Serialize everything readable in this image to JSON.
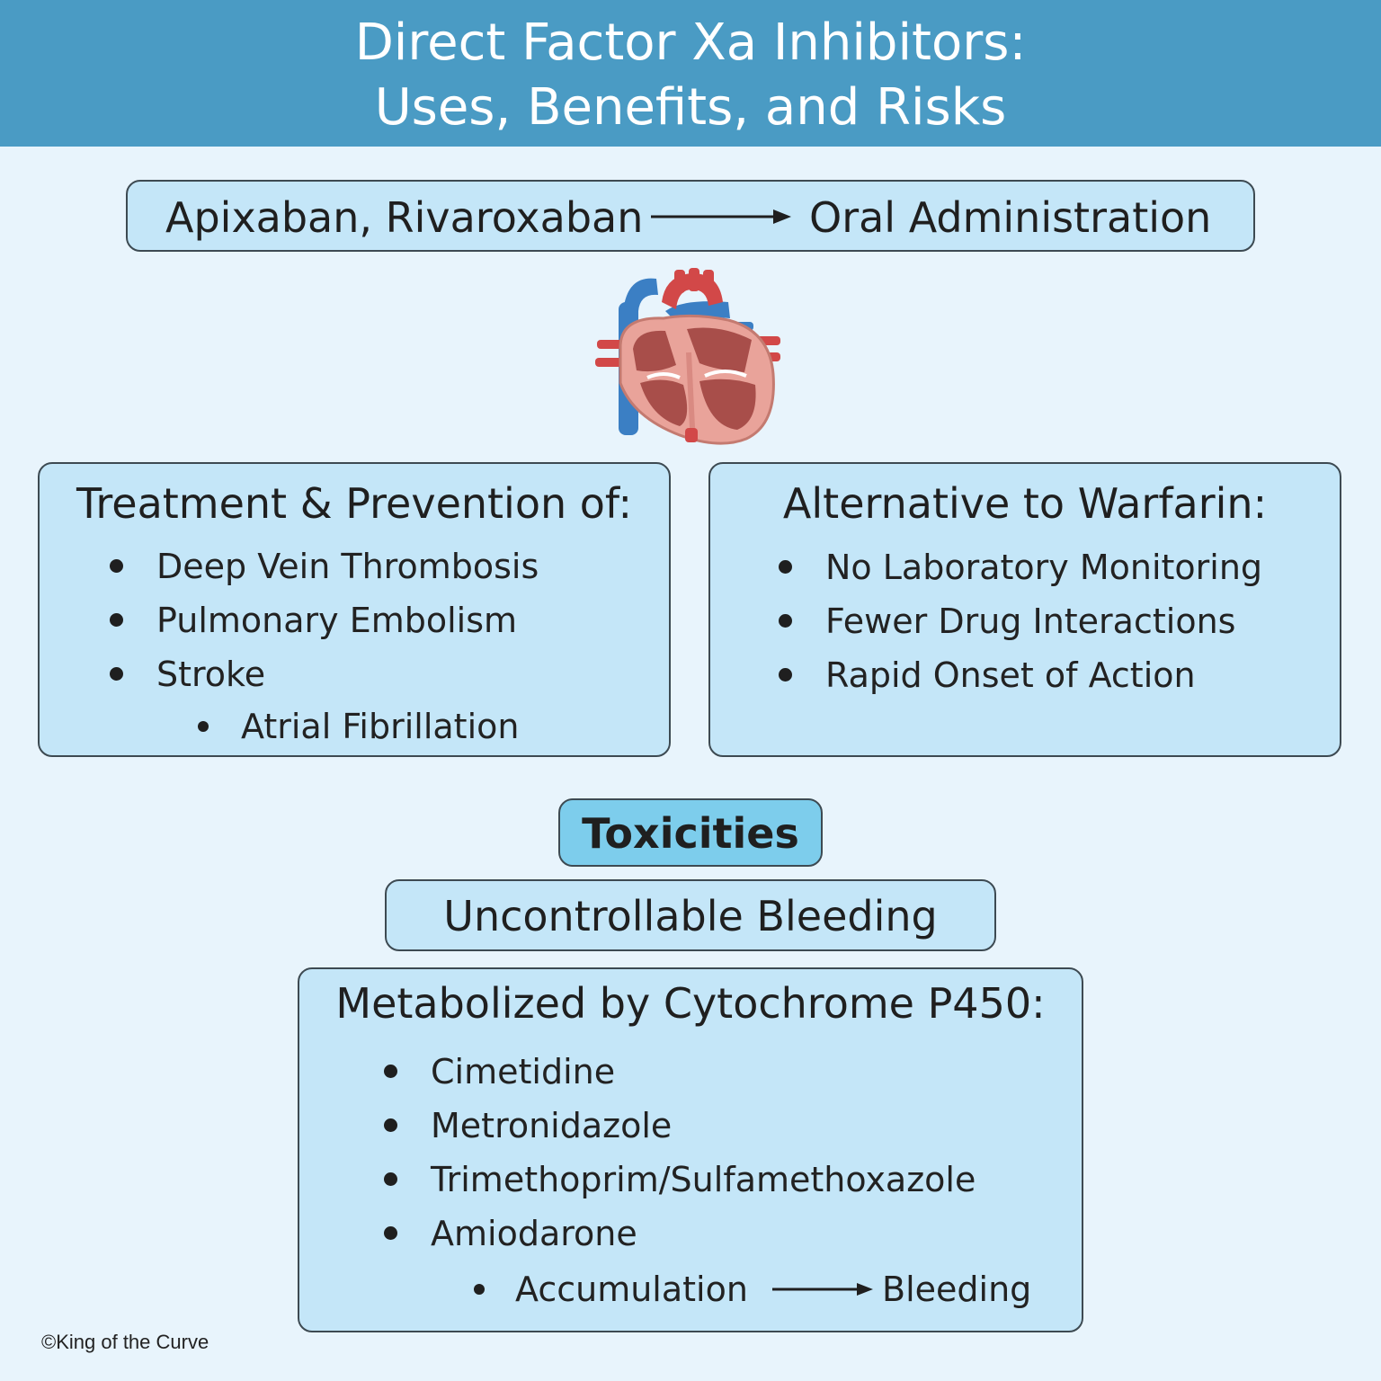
{
  "header": {
    "title_line1": "Direct Factor Xa Inhibitors:",
    "title_line2": "Uses, Benefits, and Risks",
    "background_color": "#4a9bc4"
  },
  "administration": {
    "drugs": "Apixaban, Rivaroxaban",
    "route": "Oral Administration"
  },
  "heart_image": {
    "icon": "heart-anatomy-icon"
  },
  "treatment": {
    "heading": "Treatment & Prevention of:",
    "items": [
      "Deep Vein Thrombosis",
      "Pulmonary Embolism",
      "Stroke"
    ],
    "subitem": "Atrial Fibrillation"
  },
  "alternative": {
    "heading": "Alternative to Warfarin:",
    "items": [
      "No Laboratory Monitoring",
      "Fewer Drug Interactions",
      "Rapid Onset of Action"
    ]
  },
  "toxicities": {
    "label": "Toxicities",
    "color": "#7dcdec",
    "main": "Uncontrollable Bleeding"
  },
  "metabolism": {
    "heading": "Metabolized by Cytochrome P450:",
    "items": [
      "Cimetidine",
      "Metronidazole",
      "Trimethoprim/Sulfamethoxazole",
      "Amiodarone"
    ],
    "subitem_cause": "Accumulation",
    "subitem_effect": "Bleeding"
  },
  "copyright": "©King of the Curve"
}
